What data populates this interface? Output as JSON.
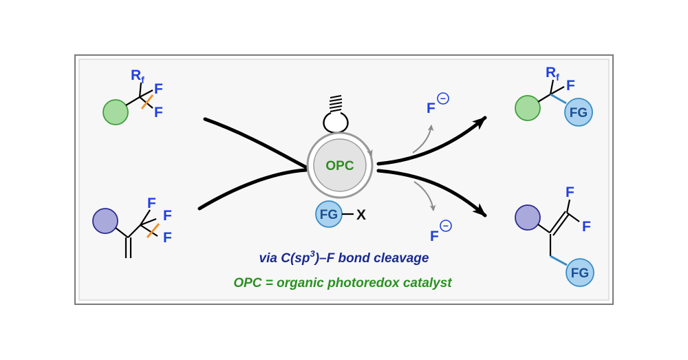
{
  "reactant_top": {
    "rf_main": "R",
    "rf_sub": "f",
    "f1": "F",
    "f2": "F"
  },
  "reactant_bottom": {
    "f1": "F",
    "f2": "F",
    "f3": "F"
  },
  "catalyst": {
    "label": "OPC"
  },
  "reagent": {
    "fg": "FG",
    "dash": "—",
    "x": "X"
  },
  "byproduct_top": {
    "atom": "F",
    "charge": "−"
  },
  "byproduct_bottom": {
    "atom": "F",
    "charge": "−"
  },
  "product_top": {
    "rf_main": "R",
    "rf_sub": "f",
    "f": "F",
    "fg": "FG"
  },
  "product_bottom": {
    "f1": "F",
    "f2": "F",
    "fg": "FG"
  },
  "captions": {
    "line1_a": "via C(sp",
    "line1_sup": "3",
    "line1_b": ")–F bond cleavage",
    "line2": "OPC = organic photoredox catalyst"
  },
  "colors": {
    "border": "#7a7a7a",
    "panel_bg": "#f7f7f7",
    "green_fill": "#a6dba0",
    "green_stroke": "#3f9e3a",
    "purple_fill": "#a9a9dc",
    "purple_stroke": "#2a2a8c",
    "fg_fill": "#a8d2ef",
    "fg_stroke": "#3a8cc4",
    "orange": "#f0922b",
    "blue_text": "#1f3fe0"
  }
}
